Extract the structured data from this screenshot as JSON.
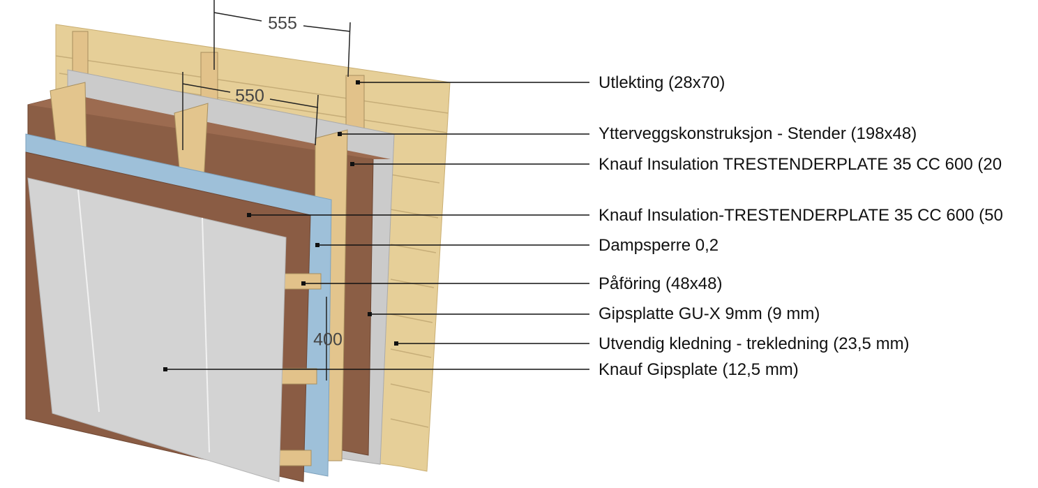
{
  "dimensions": {
    "top": "555",
    "middle": "550",
    "vertical": "400"
  },
  "labels": [
    "Utlekting (28x70)",
    "Ytterveggskonstruksjon - Stender (198x48)",
    "Knauf Insulation TRESTENDERPLATE 35 CC 600 (20",
    "Knauf Insulation-TRESTENDERPLATE 35 CC 600 (50",
    "Dampsperre 0,2",
    "Påföring (48x48)",
    "Gipsplatte GU-X 9mm (9 mm)",
    "Utvendig kledning - trekledning (23,5 mm)",
    "Knauf Gipsplate (12,5 mm)"
  ],
  "colors": {
    "wood": "#e8d29c",
    "grey": "#c9c9c9",
    "insulation": "#8a5d45",
    "vapour": "#9fc0d8",
    "gypsum": "#cfcfcf"
  }
}
